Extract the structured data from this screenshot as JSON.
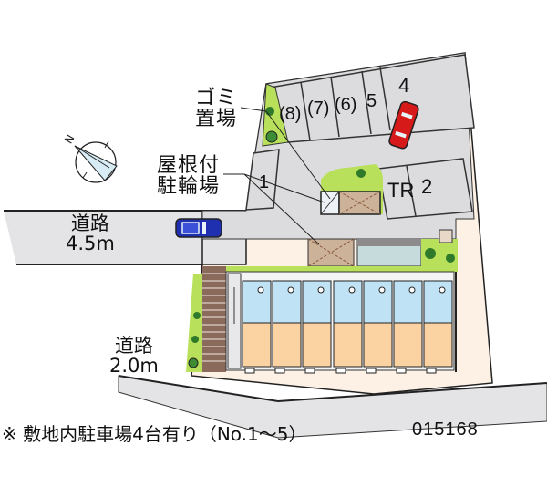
{
  "labels": {
    "garbage": {
      "line1": "ゴミ",
      "line2": "置場"
    },
    "bike": {
      "line1": "屋根付",
      "line2": "駐輪場"
    },
    "road_main": {
      "name": "道路",
      "width": "4.5m"
    },
    "road_south": {
      "name": "道路",
      "width": "2.0m"
    },
    "tr": "TR"
  },
  "parking_spaces": [
    {
      "id": "8",
      "label": "(8)"
    },
    {
      "id": "7",
      "label": "(7)"
    },
    {
      "id": "6",
      "label": "(6)"
    },
    {
      "id": "5",
      "label": "5"
    },
    {
      "id": "4",
      "label": "4"
    },
    {
      "id": "1",
      "label": "1"
    },
    {
      "id": "2",
      "label": "2"
    }
  ],
  "compass": {
    "north_label": "N",
    "icon": "compass-north-arrow"
  },
  "units": {
    "count": 7
  },
  "footer": {
    "note": "※ 敷地内駐車場4台有り（No.1～5）",
    "code": "015168"
  },
  "colors": {
    "road": "#e4e4e6",
    "lot": "#fdf1e6",
    "parking": "#dcdcde",
    "greenery": "#b8e05a",
    "tree": "#2f7a2a",
    "room_floor": "#fbd3a2",
    "wet_area": "#bfe2f4",
    "brick": "#8a6a5a",
    "bike_shed": "#cdb29a",
    "car_red": "#d61a1a",
    "car_blue": "#1e2fb0"
  }
}
